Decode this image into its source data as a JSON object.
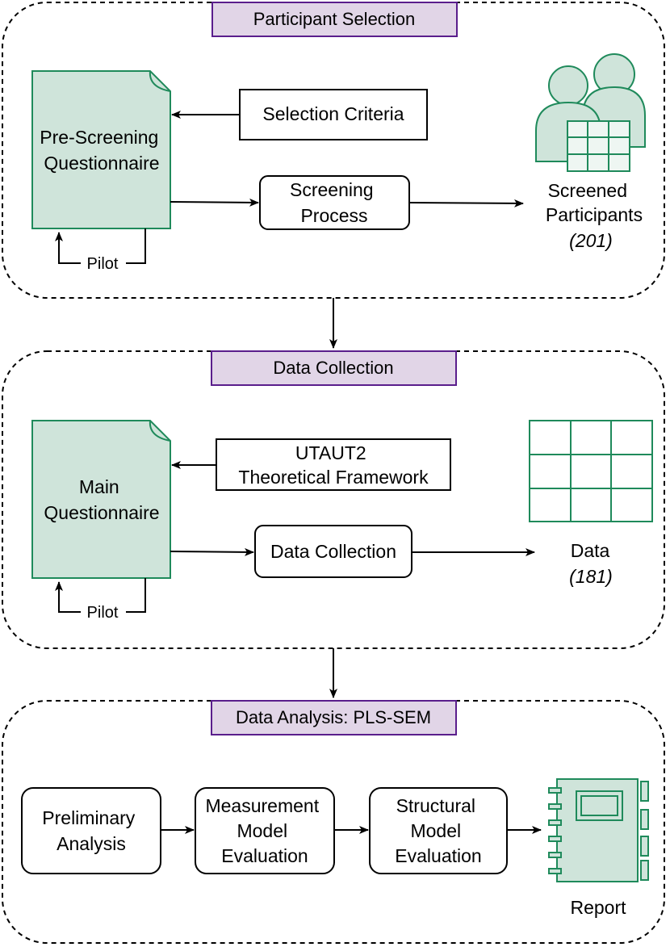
{
  "stages": {
    "selection": {
      "title": "Participant Selection",
      "questionnaire": [
        "Pre-Screening",
        "Questionnaire"
      ],
      "criteria": "Selection Criteria",
      "process": [
        "Screening",
        "Process"
      ],
      "output": [
        "Screened",
        "Participants"
      ],
      "count": "(201)",
      "pilot": "Pilot"
    },
    "collection": {
      "title": "Data Collection",
      "questionnaire": [
        "Main",
        "Questionnaire"
      ],
      "framework": [
        "UTAUT2",
        "Theoretical Framework"
      ],
      "process": "Data Collection",
      "output": "Data",
      "count": "(181)",
      "pilot": "Pilot"
    },
    "analysis": {
      "title": "Data Analysis: PLS-SEM",
      "step1": [
        "Preliminary",
        "Analysis"
      ],
      "step2": [
        "Measurement",
        "Model",
        "Evaluation"
      ],
      "step3": [
        "Structural",
        "Model",
        "Evaluation"
      ],
      "output": "Report"
    }
  },
  "colors": {
    "title_fill": "#e1d5e7",
    "title_stroke": "#5a1e8c",
    "icon_fill": "#cfe4da",
    "icon_stroke": "#1f8a5b"
  }
}
